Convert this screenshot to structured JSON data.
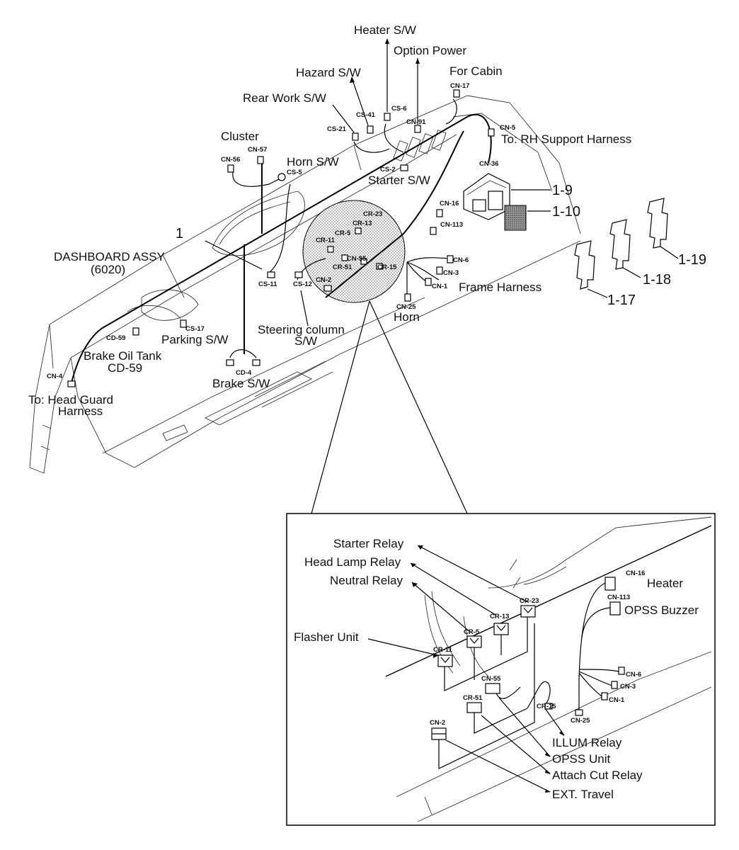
{
  "main": {
    "labels": {
      "heater_sw": "Heater S/W",
      "option_power": "Option Power",
      "hazard_sw": "Hazard S/W",
      "for_cabin": "For Cabin",
      "rear_work_sw": "Rear Work S/W",
      "to_rh_support": "To: RH Support Harness",
      "cluster": "Cluster",
      "horn_sw": "Horn S/W",
      "starter_sw": "Starter S/W",
      "dashboard_assy": "DASHBOARD ASSY",
      "dashboard_code": "(6020)",
      "frame_harness": "Frame Harness",
      "horn": "Horn",
      "steering_column_1": "Steering column",
      "steering_column_2": "S/W",
      "parking_sw": "Parking S/W",
      "brake_oil_tank": "Brake Oil Tank",
      "brake_oil_code": "CD-59",
      "brake_sw": "Brake S/W",
      "to_head_guard_1": "To: Head Guard",
      "to_head_guard_2": "Harness"
    },
    "parts": {
      "p1": "1",
      "p1_9": "1-9",
      "p1_10": "1-10",
      "p1_17": "1-17",
      "p1_18": "1-18",
      "p1_19": "1-19"
    },
    "connectors": {
      "cs6": "CS-6",
      "cn17": "CN-17",
      "cs41": "CS-41",
      "cn91": "CN-91",
      "cn5": "CN-5",
      "cs21": "CS-21",
      "cs2": "CS-2",
      "cn36": "CN-36",
      "cn56": "CN-56",
      "cn57": "CN-57",
      "cs5": "CS-5",
      "cn16": "CN-16",
      "cr23": "CR-23",
      "cr13": "CR-13",
      "cr5": "CR-5",
      "cn113": "CN-113",
      "cr11": "CR-11",
      "cn55": "CN-55",
      "cr51": "CR-51",
      "cr15": "CR-15",
      "cn6": "CN-6",
      "cn3": "CN-3",
      "cn1": "CN-1",
      "cn2": "CN-2",
      "cs11": "CS-11",
      "cs12": "CS-12",
      "cn25": "CN-25",
      "cs17": "CS-17",
      "cd59": "CD-59",
      "cd4": "CD-4",
      "cn4": "CN-4"
    }
  },
  "detail": {
    "labels": {
      "starter_relay": "Starter Relay",
      "head_lamp_relay": "Head Lamp Relay",
      "neutral_relay": "Neutral Relay",
      "flasher_unit": "Flasher Unit",
      "heater": "Heater",
      "opss_buzzer": "OPSS Buzzer",
      "illum_relay": "ILLUM Relay",
      "opss_unit": "OPSS Unit",
      "attach_cut_relay": "Attach Cut Relay",
      "ext_travel": "EXT. Travel"
    },
    "connectors": {
      "cn16": "CN-16",
      "cr23": "CR-23",
      "cn113": "CN-113",
      "cr13": "CR-13",
      "cr5": "CR-5",
      "cr11": "CR-11",
      "cn55": "CN-55",
      "cr51": "CR-51",
      "cr15": "CR-15",
      "cn2": "CN-2",
      "cn6": "CN-6",
      "cn3": "CN-3",
      "cn1": "CN-1",
      "cn25": "CN-25"
    }
  }
}
